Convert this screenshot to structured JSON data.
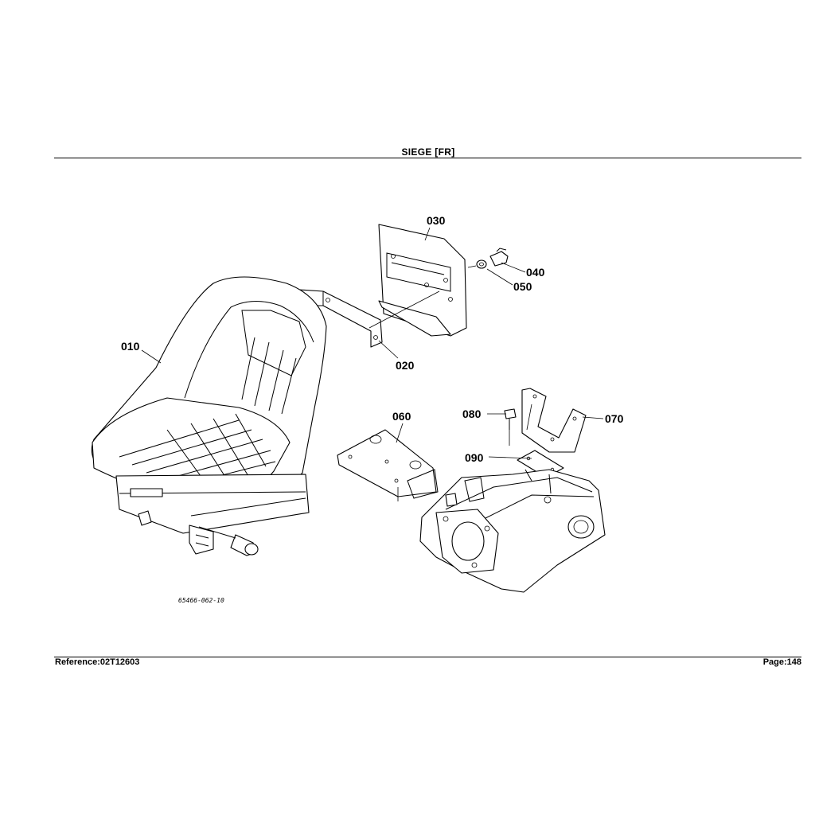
{
  "header": {
    "title": "SIEGE   [FR]"
  },
  "footer": {
    "reference": "Reference:02T12603",
    "page": "Page:148"
  },
  "drawing": {
    "drawing_number": "65466-062-10",
    "callouts": {
      "c010": "010",
      "c020": "020",
      "c030": "030",
      "c040": "040",
      "c050": "050",
      "c060": "060",
      "c070": "070",
      "c080": "080",
      "c090": "090"
    }
  }
}
